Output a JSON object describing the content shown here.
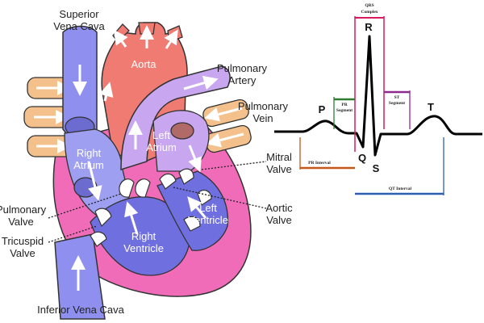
{
  "heart": {
    "labels": {
      "superior_vena_cava_1": "Superior",
      "superior_vena_cava_2": "Vena Cava",
      "aorta": "Aorta",
      "pulmonary_artery_1": "Pulmonary",
      "pulmonary_artery_2": "Artery",
      "pulmonary_vein_1": "Pulmonary",
      "pulmonary_vein_2": "Vein",
      "left_atrium_1": "Left",
      "left_atrium_2": "Atrium",
      "right_atrium_1": "Right",
      "right_atrium_2": "Atrium",
      "mitral_valve_1": "Mitral",
      "mitral_valve_2": "Valve",
      "pulmonary_valve_1": "Pulmonary",
      "pulmonary_valve_2": "Valve",
      "aortic_valve_1": "Aortic",
      "aortic_valve_2": "Valve",
      "left_ventricle_1": "Left",
      "left_ventricle_2": "Ventricle",
      "tricuspid_valve_1": "Tricuspid",
      "tricuspid_valve_2": "Valve",
      "right_ventricle_1": "Right",
      "right_ventricle_2": "Ventricle",
      "inferior_vena_cava": "Inferior Vena Cava"
    },
    "colors": {
      "deoxygenated": "#8f8ff0",
      "oxygenated": "#f07b72",
      "pulmonary_artery": "#c9a6f0",
      "pulmonary_vein": "#f4c18c",
      "wall": "#f06cb8",
      "left_atrium_inner": "#b06a68"
    }
  },
  "ecg": {
    "waves": {
      "p": "P",
      "q": "Q",
      "r": "R",
      "s": "S",
      "t": "T"
    },
    "segments": {
      "qrs_1": "QRS",
      "qrs_2": "Complex",
      "pr_seg_1": "PR",
      "pr_seg_2": "Segment",
      "st_seg_1": "ST",
      "st_seg_2": "Segment",
      "pr_interval": "PR Interval",
      "qt_interval": "QT Interval"
    },
    "colors": {
      "qrs": "#d81b60",
      "pr_segment": "#2e7d32",
      "st_segment": "#8e2a8e",
      "pr_interval": "#c4581a",
      "qt_interval": "#2f5fb0"
    }
  }
}
